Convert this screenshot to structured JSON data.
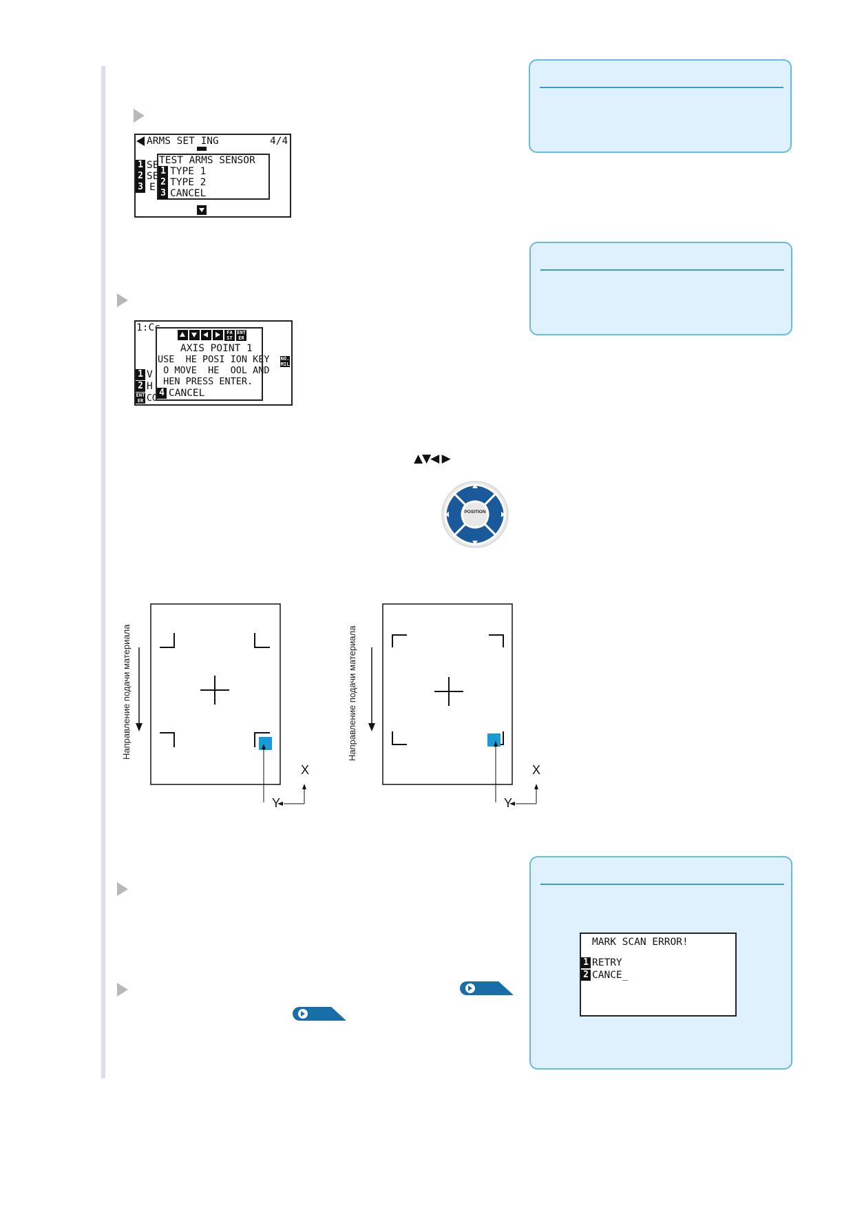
{
  "lcd1": {
    "header": "ARMS SET ING",
    "page": "4/4",
    "menu_keys": [
      "1",
      "2",
      "3"
    ],
    "menu_frag": [
      "SE",
      "SE",
      "E"
    ],
    "popup_title": "TEST ARMS SENSOR",
    "popup_items": [
      {
        "key": "1",
        "label": "TYPE 1"
      },
      {
        "key": "2",
        "label": "TYPE 2"
      },
      {
        "key": "3",
        "label": "CANCEL"
      }
    ]
  },
  "lcd2": {
    "header": "1:Cc",
    "key_labels": [
      "FA ST",
      "ENT ER"
    ],
    "line1": "AXIS POINT 1",
    "line2": "USE  HE POSI ION KEY",
    "line3": " O MOVE  HE  OOL AND",
    "line4": " HEN PRESS ENTER.",
    "cancel_key": "4",
    "cancel_label": "CANCEL",
    "side_key": "NO. MIL",
    "menu_keys": [
      "1",
      "2"
    ],
    "menu_frag": [
      "V",
      "H"
    ],
    "bottom_key": "ENT ER",
    "bottom_frag": "CONDITION NO."
  },
  "position_keys_symbols": "▲▼◀ ▶",
  "position_pad_label": "POSITION",
  "diagram": {
    "feed_label": "Направление подачи материала",
    "x_label": "X",
    "y_label": "Y"
  },
  "error_lcd": {
    "line1": "MARK SCAN ERROR!",
    "items": [
      {
        "key": "1",
        "label": "RETRY"
      },
      {
        "key": "2",
        "label": "CANCE_"
      }
    ]
  },
  "colors": {
    "note_bg": "#dff1fd",
    "note_border": "#60bce0",
    "accent_blue": "#1a6ea8",
    "marker_blue": "#1a9ad6"
  }
}
